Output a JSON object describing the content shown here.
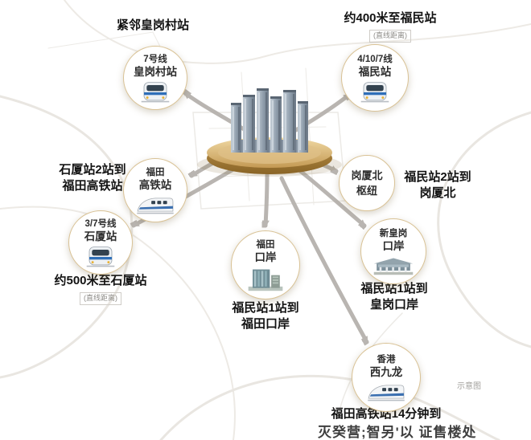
{
  "diagram_note": "示意图",
  "watermark": "灭癸营;智另'以 证售楼处",
  "stations": {
    "huanggangcun": {
      "label": "紧邻皇岗村站",
      "badge_line1": "7号线",
      "badge_line2": "皇岗村站"
    },
    "fumin": {
      "label": "约400米至福民站",
      "sub_label": "(直线距离)",
      "badge_line1": "4/10/7线",
      "badge_line2": "福民站"
    },
    "futian_hsr": {
      "label_line1": "石厦站2站到",
      "label_line2": "福田高铁站",
      "badge_line1": "福田",
      "badge_line2": "高铁站"
    },
    "shixia": {
      "label": "约500米至石厦站",
      "sub_label": "(直线距离)",
      "badge_line1": "3/7号线",
      "badge_line2": "石厦站"
    },
    "futian_port": {
      "label_line1": "福民站1站到",
      "label_line2": "福田口岸",
      "badge_line1": "福田",
      "badge_line2": "口岸"
    },
    "gangxiabei": {
      "label_line1": "福民站2站到",
      "label_line2": "岗厦北",
      "badge_line1": "岗厦北",
      "badge_line2": "枢纽"
    },
    "xinhuanggang": {
      "label_line1": "福民站1站到",
      "label_line2": "皇岗口岸",
      "badge_line1": "新皇岗",
      "badge_line2": "口岸"
    },
    "hongkong": {
      "label": "福田高铁站14分钟到",
      "badge_line1": "香港",
      "badge_line2": "西九龙"
    }
  }
}
